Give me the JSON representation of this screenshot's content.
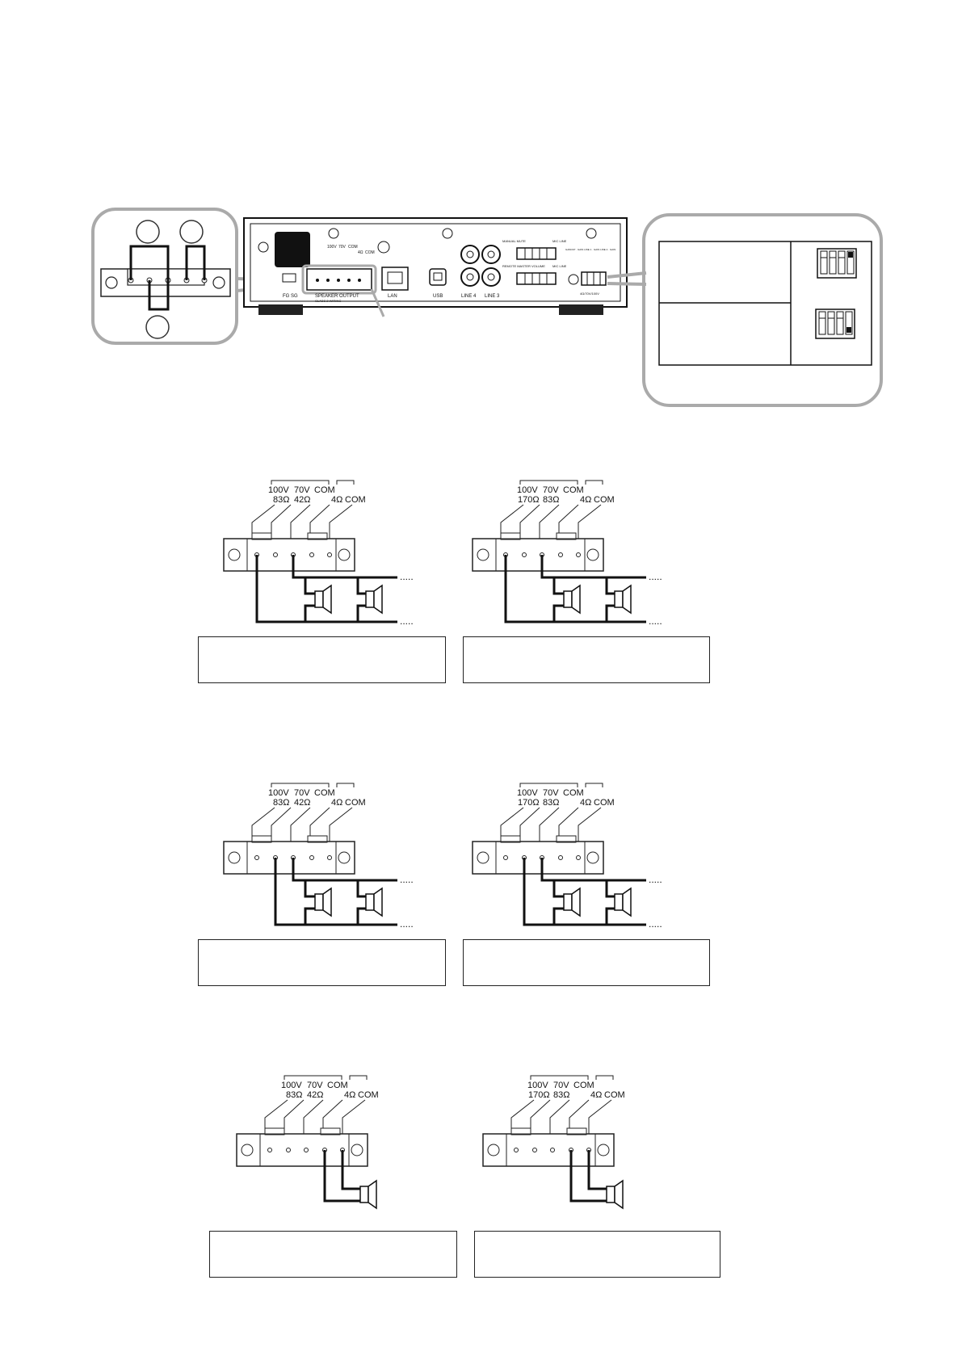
{
  "rear_panel": {
    "labels": {
      "fg_sg": "FG SG",
      "speaker_output": "SPEAKER OUTPUT",
      "class2": "CLASS 2 WIRING",
      "lan": "LAN",
      "usb": "USB",
      "line4": "LINE 4",
      "line3": "LINE 3",
      "t100v": "100V",
      "t70v": "70V",
      "tcom": "COM",
      "t4ohm": "4Ω",
      "tcom2": "COM",
      "manual_mute": "MANUAL MUTE",
      "mic_line_1": "MIC LINE",
      "remote_master_volume": "REMOTE MASTER VOLUME",
      "mic_line_2": "MIC LINE",
      "dip_labels": "GAIN/UP · GAIN LINE 1 · GAIN LINE 2 · GAIN",
      "impedance_switch": "4Ω/70V/100V"
    }
  },
  "terminal_labels": {
    "v100": "100V",
    "v70": "70V",
    "com": "COM",
    "ohm4": "4Ω",
    "com4": "COM",
    "left_imp_100": "83Ω",
    "left_imp_70": "42Ω",
    "right_imp_100": "170Ω",
    "right_imp_70": "83Ω",
    "dots": "....."
  }
}
